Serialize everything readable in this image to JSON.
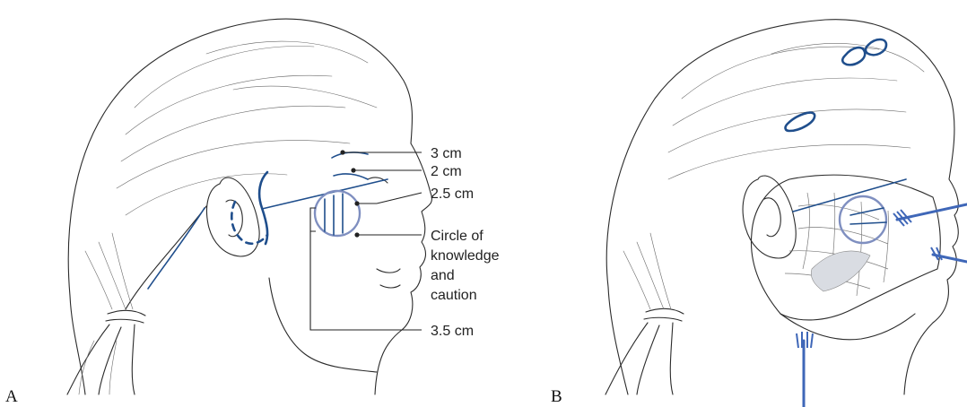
{
  "panel_a": {
    "letter": "A",
    "labels": {
      "d3": "3 cm",
      "d2": "2 cm",
      "d25": "2.5 cm",
      "circle_l1": "Circle of",
      "circle_l2": "knowledge",
      "circle_l3": "and",
      "circle_l4": "caution",
      "d35": "3.5 cm"
    }
  },
  "panel_b": {
    "letter": "B"
  },
  "colors": {
    "incision_blue": "#1f4e8c",
    "circle_blue": "#7f8fc0",
    "retractor_blue": "#3f67b8",
    "line": "#2b2b2b"
  }
}
